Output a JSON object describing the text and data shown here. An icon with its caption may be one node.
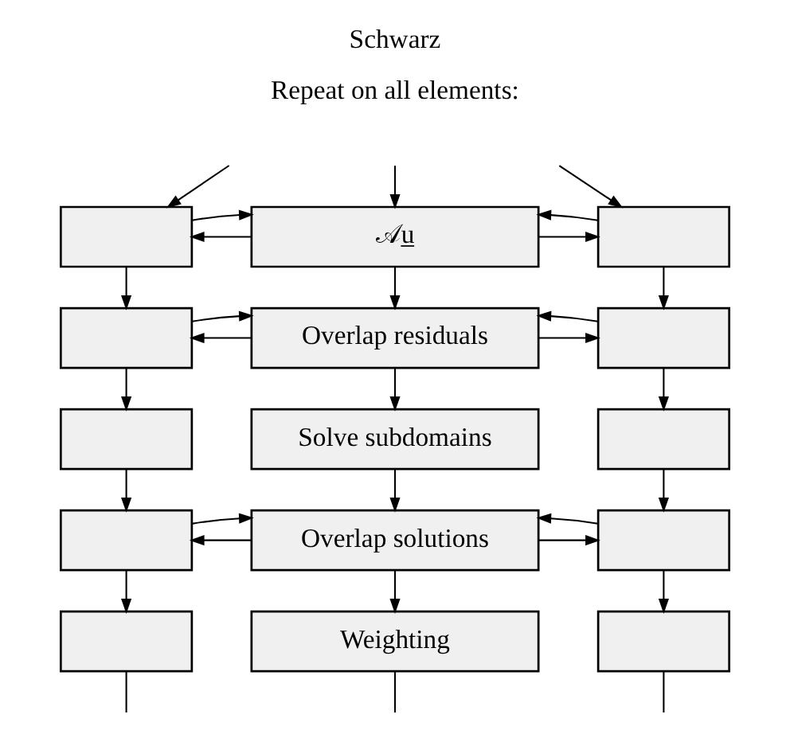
{
  "diagram": {
    "title": "Schwarz",
    "nodes": [
      {
        "text": [],
        "shape": "box"
      },
      {
        "text": [
          "𝒜u̲"
        ]
      },
      {
        "text": [],
        "shape": "box"
      },
      {
        "text": [],
        "shape": "box"
      },
      {
        "text": [
          "Overlap residuals"
        ]
      },
      {
        "text": [],
        "shape": "box"
      },
      {
        "text": [],
        "shape": "box"
      },
      {
        "text": [
          "Solve subdomains"
        ]
      },
      {
        "text": [],
        "shape": "box"
      },
      {
        "text": [],
        "shape": "box"
      },
      {
        "text": [
          "Overlap solutions"
        ]
      },
      {
        "text": [],
        "shape": "box"
      },
      {
        "text": [],
        "shape": "box"
      },
      {
        "text": [
          "Weighting"
        ]
      },
      {
        "text": [],
        "shape": "box"
      }
    ],
    "edges": [
      {
        "from": null,
        "to": 0,
        "arrow": "to"
      },
      {
        "from": null,
        "to": 1,
        "arrow": "to"
      },
      {
        "from": null,
        "to": 2,
        "arrow": "to"
      },
      {
        "from": 1,
        "to": 0,
        "arrow": "to"
      },
      {
        "from": 0,
        "to": 1,
        "arrow": "to"
      },
      {
        "from": 1,
        "to": 2,
        "arrow": "to"
      },
      {
        "from": 2,
        "to": 1,
        "arrow": "to"
      },
      {
        "from": 0,
        "to": 3,
        "arrow": "to"
      },
      {
        "from": 1,
        "to": 4,
        "arrow": "to"
      },
      {
        "from": 2,
        "to": 5,
        "arrow": "to"
      },
      {
        "from": 4,
        "to": 3,
        "arrow": "to"
      },
      {
        "from": 3,
        "to": 4,
        "arrow": "to"
      },
      {
        "from": 4,
        "to": 5,
        "arrow": "to"
      },
      {
        "from": 5,
        "to": 4,
        "arrow": "to"
      },
      {
        "from": 3,
        "to": 6,
        "arrow": "to"
      },
      {
        "from": 4,
        "to": 7,
        "arrow": "to"
      },
      {
        "from": 5,
        "to": 8,
        "arrow": "to"
      },
      {
        "from": 6,
        "to": 9,
        "arrow": "to"
      },
      {
        "from": 7,
        "to": 10,
        "arrow": "to"
      },
      {
        "from": 8,
        "to": 11,
        "arrow": "to"
      },
      {
        "from": 10,
        "to": 9,
        "arrow": "to"
      },
      {
        "from": 9,
        "to": 10,
        "arrow": "to"
      },
      {
        "from": 10,
        "to": 11,
        "arrow": "to"
      },
      {
        "from": 11,
        "to": 10,
        "arrow": "to"
      },
      {
        "from": 9,
        "to": 12,
        "arrow": "to"
      },
      {
        "from": 10,
        "to": 13,
        "arrow": "to"
      },
      {
        "from": 11,
        "to": 14,
        "arrow": "to"
      },
      {
        "from": 12,
        "to": null,
        "arrow": "none"
      },
      {
        "from": 13,
        "to": null,
        "arrow": "none"
      },
      {
        "from": 14,
        "to": null,
        "arrow": "none"
      }
    ],
    "labels": [
      "Repeat on all elements:"
    ]
  }
}
